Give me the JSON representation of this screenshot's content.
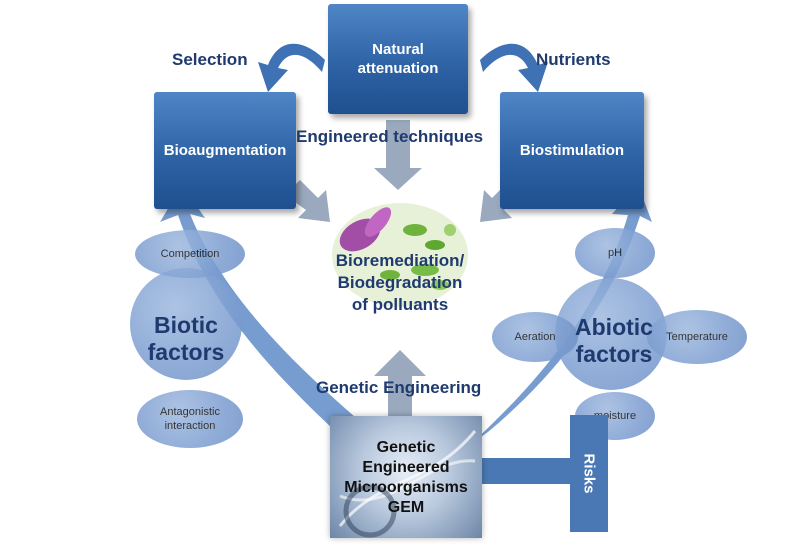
{
  "boxes": {
    "natural_attenuation": "Natural attenuation",
    "bioaugmentation": "Bioaugmentation",
    "biostimulation": "Biostimulation"
  },
  "labels": {
    "selection": "Selection",
    "nutrients": "Nutrients",
    "engineered_techniques": "Engineered techniques",
    "genetic_engineering": "Genetic Engineering"
  },
  "center": {
    "line1": "Bioremediation/",
    "line2": "Biodegradation",
    "line3": "of polluants"
  },
  "biotic": {
    "title_line1": "Biotic",
    "title_line2": "factors",
    "competition": "Competition",
    "antagonistic_line1": "Antagonistic",
    "antagonistic_line2": "interaction"
  },
  "abiotic": {
    "title_line1": "Abiotic",
    "title_line2": "factors",
    "ph": "pH",
    "aeration": "Aeration",
    "temperature": "Temperature",
    "moisture": "moisture"
  },
  "gem": {
    "line1": "Genetic",
    "line2": "Engineered",
    "line3": "Microorganisms",
    "line4": "GEM"
  },
  "risks": "Risks"
}
